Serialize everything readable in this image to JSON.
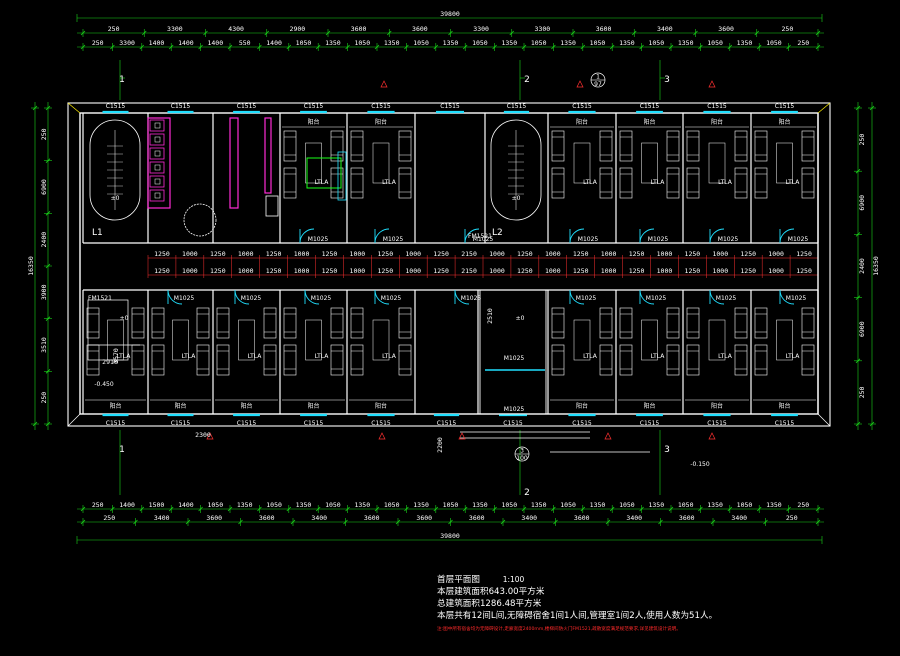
{
  "drawing": {
    "top_total": "39800",
    "bottom_total": "39800",
    "top_row1": [
      "250",
      "3300",
      "4300",
      "2900",
      "3600",
      "3600",
      "3300",
      "3300",
      "3600",
      "3400",
      "3600",
      "250"
    ],
    "top_row2": [
      "250",
      "3300",
      "1400",
      "1400",
      "1400",
      "550",
      "1400",
      "1050",
      "1350",
      "1050",
      "1350",
      "1050",
      "1350",
      "1050",
      "1350",
      "1050",
      "1350",
      "1050",
      "1350",
      "1050",
      "1350",
      "1050",
      "1350",
      "1050",
      "250"
    ],
    "bottom_row1": [
      "250",
      "1400",
      "1500",
      "1400",
      "1050",
      "1350",
      "1050",
      "1350",
      "1050",
      "1350",
      "1050",
      "1350",
      "1050",
      "1350",
      "1050",
      "1350",
      "1050",
      "1350",
      "1050",
      "1350",
      "1050",
      "1350",
      "1050",
      "1350",
      "250"
    ],
    "bottom_row2": [
      "250",
      "3400",
      "3600",
      "3600",
      "3400",
      "3600",
      "3600",
      "3600",
      "3400",
      "3600",
      "3400",
      "3600",
      "3400",
      "250"
    ],
    "corridor_dims": [
      "1250",
      "1000",
      "1250",
      "1000",
      "1250",
      "1000",
      "1250",
      "1000",
      "1250",
      "1000",
      "1250",
      "2150",
      "1000",
      "1250",
      "1000",
      "1250",
      "1000",
      "1250",
      "1000",
      "1250",
      "1000",
      "1250",
      "1000",
      "1250"
    ],
    "left_dims": [
      "250",
      "6900",
      "2400",
      "3900",
      "3510",
      "250"
    ],
    "right_dims": [
      "250",
      "6900",
      "2400",
      "6900",
      "250"
    ],
    "right_total": "16350",
    "left_total": "16350",
    "axis_labels": [
      "1",
      "2",
      "3",
      "1",
      "2",
      "3",
      "L1",
      "L2"
    ],
    "room_label": "阳台",
    "room_mark": "LTLA",
    "door_tag": "M1025",
    "window_tag": "C1515",
    "stair_door": "FM1521",
    "levels": [
      "±0",
      "-0.450",
      "-0.150"
    ],
    "detail_refs": [
      "1",
      "2",
      "3"
    ],
    "ref_texts": [
      "97",
      "100"
    ],
    "misc_dims": [
      "2910",
      "3570",
      "2510",
      "2200",
      "2300"
    ]
  },
  "notes": {
    "title": "首层平面图",
    "scale": "1:100",
    "line1": "本层建筑面积643.00平方米",
    "line2": "总建筑面积1286.48平方米",
    "line3": "本层共有12间L间,无障碍宿舍1间1人间,管理室1间2人,使用人数为51人。",
    "footnote": "注:图中所有宿舍均为无障碍设计,走廊宽度2400mm,楼梯间防火门FM1521,疏散宽度满足规范要求,详见建筑设计说明。"
  }
}
